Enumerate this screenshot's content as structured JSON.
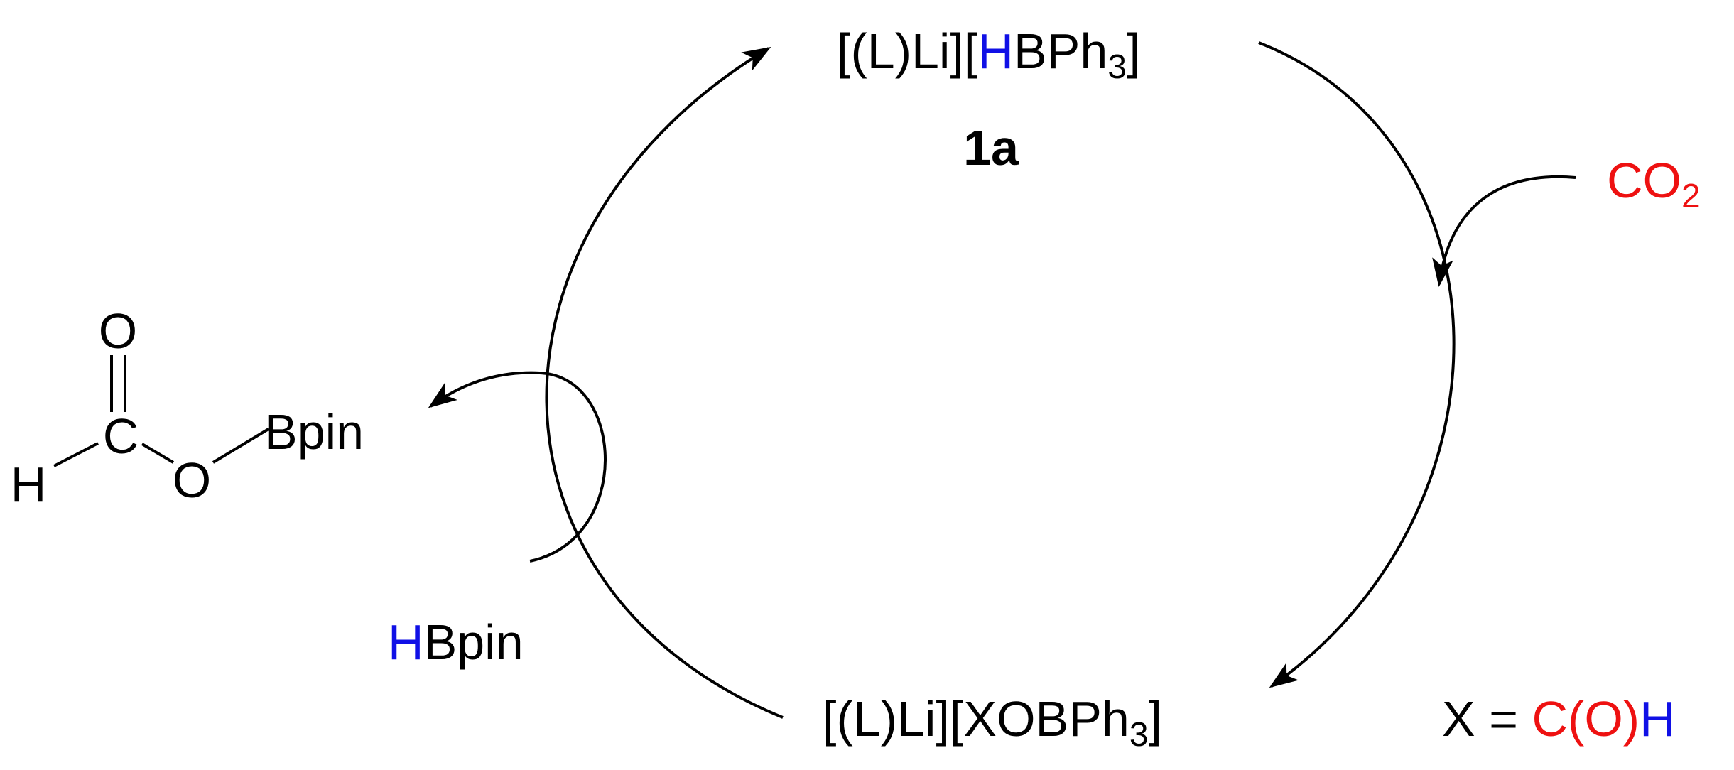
{
  "colors": {
    "text": "#000000",
    "hydrogen": "#1010e6",
    "oxygen": "#ee1111",
    "arrow": "#000000"
  },
  "catalyst": {
    "formula": {
      "prefix": "[(L)Li][",
      "h": "H",
      "mid": "BPh",
      "sub": "3",
      "suffix": "]"
    },
    "label": "1a"
  },
  "reagent_co2": {
    "main": "CO",
    "sub": "2"
  },
  "intermediate": {
    "prefix": "[(L)Li][XOBPh",
    "sub": "3",
    "suffix": "]"
  },
  "x_definition": {
    "lhs": "X = ",
    "rhs_red": "C(O)",
    "rhs_blue": "H"
  },
  "reagent_hbpin": {
    "h": "H",
    "rest": "Bpin"
  },
  "product": {
    "h_atom": "H",
    "c_atom": "C",
    "o_carbonyl": "O",
    "o_ester": "O",
    "bpin": "Bpin"
  }
}
